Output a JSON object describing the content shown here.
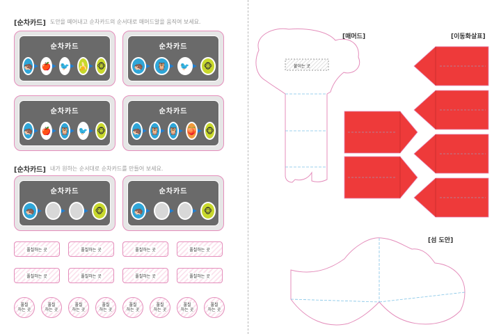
{
  "left": {
    "section1": {
      "title": "[순차카드]",
      "desc": "도안을 떼어내고 순차카드의 순서대로 매머드알을 움직여 보세요."
    },
    "section2": {
      "title": "[순차카드]",
      "desc": "내가 원하는 순서대로 순차카드를 만들어 보세요."
    },
    "card_title": "순차카드",
    "glue_label": "풀칠하는 곳",
    "glue_circle_line1": "풀칠",
    "glue_circle_line2": "하는 곳"
  },
  "right": {
    "mammoth_label": "[매머드]",
    "mammoth_glue": "붙이는 곳",
    "move_sign_label": "[이동화살표]",
    "island_label": "[섬 도안]"
  },
  "colors": {
    "accent_pink": "#e48dbb",
    "card_gray": "#6a6a6a",
    "arrow_red": "#ee3a3a",
    "seq_arrow_blue": "#1f7ed0"
  },
  "cards": [
    {
      "items": [
        "hedgehog",
        "apple",
        "bird",
        "banana",
        "monkey"
      ]
    },
    {
      "items": [
        "hedgehog",
        "owl",
        "bird",
        "monkey"
      ]
    },
    {
      "items": [
        "hedgehog",
        "apple",
        "owl",
        "bird",
        "monkey"
      ]
    },
    {
      "items": [
        "hedgehog",
        "owl",
        "owl",
        "fruit",
        "monkey"
      ]
    },
    {
      "items": [
        "hedgehog",
        "blank",
        "blank",
        "monkey"
      ]
    },
    {
      "items": [
        "hedgehog",
        "blank",
        "blank",
        "monkey"
      ]
    }
  ]
}
